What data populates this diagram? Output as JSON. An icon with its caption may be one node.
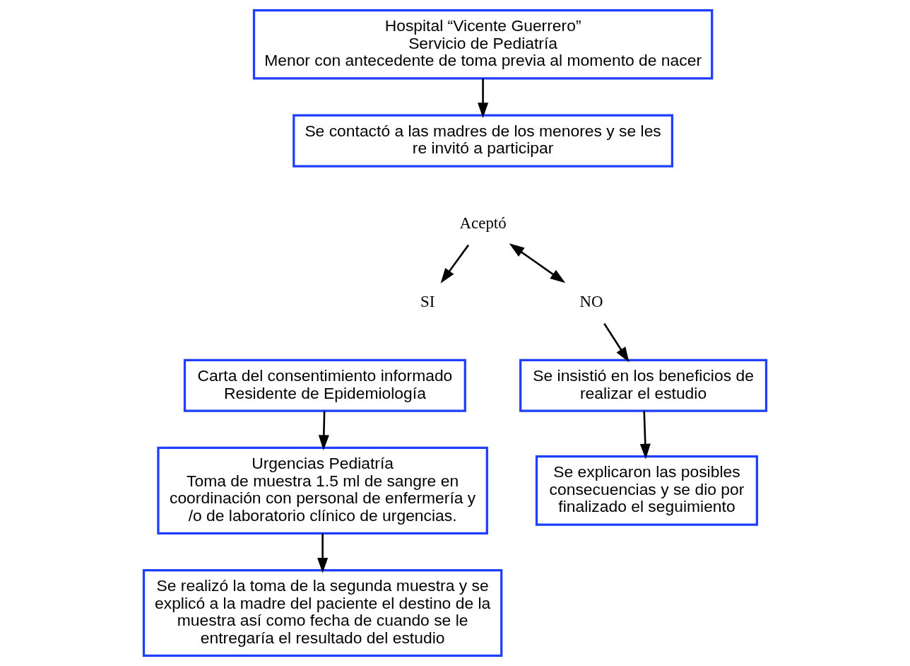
{
  "diagram": {
    "nodes": [
      {
        "text": [
          "Hospital “Vicente Guerrero”",
          "Servicio de Pediatría",
          "Menor con antecedente de toma previa al momento de nacer"
        ]
      },
      {
        "text": [
          "Se contactó a las madres de los menores y se les re invitó a participar"
        ]
      },
      {
        "text": [
          "Aceptó"
        ]
      },
      {
        "text": [
          "SI"
        ]
      },
      {
        "text": [
          "NO"
        ]
      },
      {
        "text": [
          "Carta del consentimiento informado",
          "Residente de Epidemiología"
        ]
      },
      {
        "text": [
          "Urgencias Pediatría",
          "Toma de muestra 1.5 ml de sangre en coordinación con personal de enfermería y /o de laboratorio clínico de urgencias."
        ]
      },
      {
        "text": [
          "Se realizó la toma de la segunda muestra y se explicó a la madre del paciente el destino de la muestra así como fecha de cuando se le entregaría el resultado del estudio"
        ]
      },
      {
        "text": [
          "Se insistió en los beneficios de realizar el estudio"
        ]
      },
      {
        "text": [
          "Se explicaron las posibles consecuencias y se dio por finalizado el seguimiento"
        ]
      }
    ],
    "edges": [
      {
        "from": 0,
        "to": 1,
        "arrow": "to"
      },
      {
        "from": 2,
        "to": 3,
        "arrow": "to"
      },
      {
        "from": 2,
        "to": 4,
        "arrow": "both"
      },
      {
        "from": 4,
        "to": 8,
        "arrow": "to"
      },
      {
        "from": 5,
        "to": 6,
        "arrow": "to"
      },
      {
        "from": 6,
        "to": 7,
        "arrow": "to"
      },
      {
        "from": 8,
        "to": 9,
        "arrow": "to"
      }
    ]
  }
}
